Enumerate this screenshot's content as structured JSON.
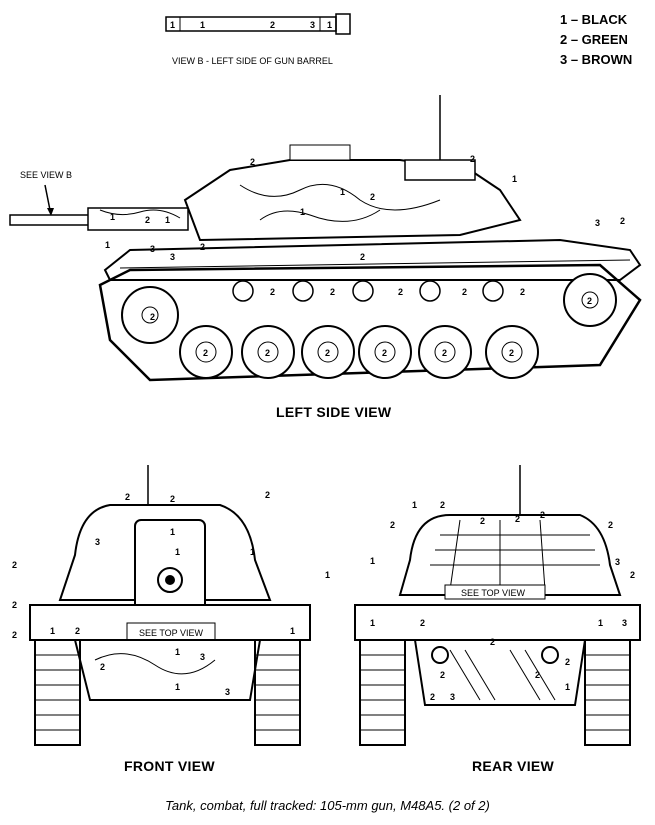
{
  "legend": [
    {
      "code": "1 – BLACK"
    },
    {
      "code": "2 – GREEN"
    },
    {
      "code": "3 – BROWN"
    }
  ],
  "view_b_label": "VIEW B - LEFT SIDE OF GUN BARREL",
  "see_view_b": "SEE VIEW B",
  "left_side_title": "LEFT SIDE VIEW",
  "front_title": "FRONT VIEW",
  "rear_title": "REAR VIEW",
  "see_top_view_front": "SEE TOP VIEW",
  "see_top_view_rear": "SEE TOP VIEW",
  "caption": "Tank, combat, full tracked: 105-mm gun, M48A5. (2 of 2)"
}
